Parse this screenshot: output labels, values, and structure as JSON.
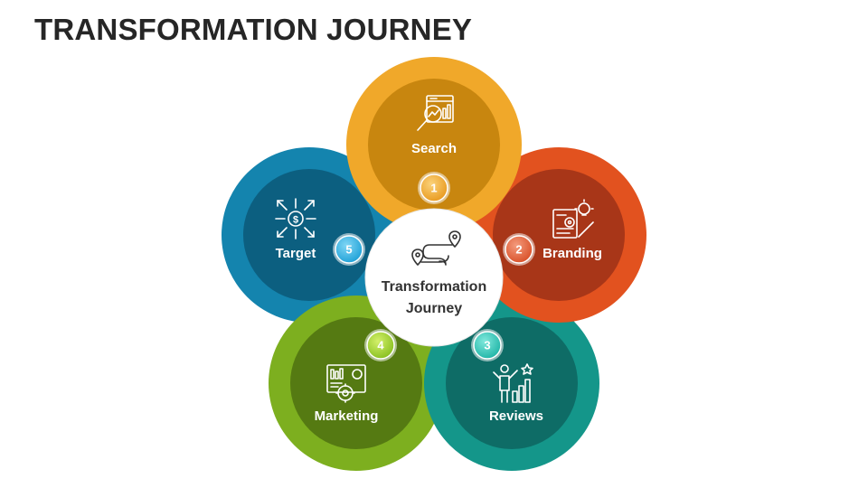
{
  "title": "TRANSFORMATION JOURNEY",
  "center": {
    "line1": "Transformation",
    "line2": "Journey",
    "icon": "route-map-pins-icon"
  },
  "steps": [
    {
      "number": "1",
      "label": "Search",
      "icon": "search-analytics-icon",
      "outer_color": "#F0A82A",
      "inner_color": "#C8860F"
    },
    {
      "number": "2",
      "label": "Branding",
      "icon": "branding-idea-icon",
      "outer_color": "#E2521F",
      "inner_color": "#A83618"
    },
    {
      "number": "3",
      "label": "Reviews",
      "icon": "reviews-growth-icon",
      "outer_color": "#14968A",
      "inner_color": "#0E6C66"
    },
    {
      "number": "4",
      "label": "Marketing",
      "icon": "marketing-dashboard-icon",
      "outer_color": "#7DAF1F",
      "inner_color": "#557A12"
    },
    {
      "number": "5",
      "label": "Target",
      "icon": "target-dollar-icon",
      "outer_color": "#1484AE",
      "inner_color": "#0C5F80"
    }
  ]
}
